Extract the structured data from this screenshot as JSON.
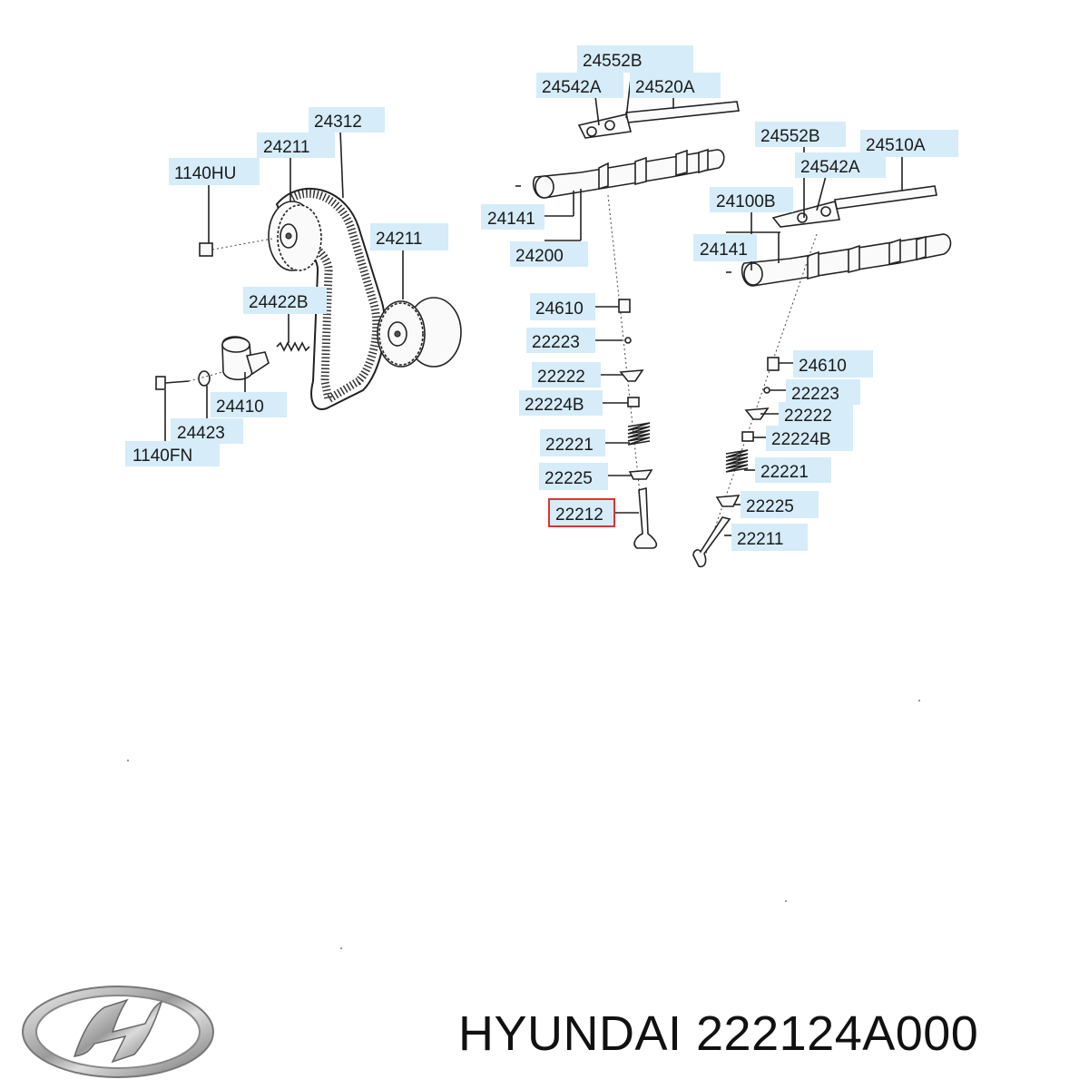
{
  "diagram": {
    "labels": {
      "l_24552B_top": "24552B",
      "l_24542A_left": "24542A",
      "l_24520A": "24520A",
      "l_24312": "24312",
      "l_24211_top": "24211",
      "l_1140HU": "1140HU",
      "l_24211_mid": "24211",
      "l_24141_left": "24141",
      "l_24200": "24200",
      "l_24552B_right": "24552B",
      "l_24510A": "24510A",
      "l_24542A_right": "24542A",
      "l_24100B": "24100B",
      "l_24141_right": "24141",
      "l_24422B": "24422B",
      "l_24610_left": "24610",
      "l_22223_left": "22223",
      "l_22222_left": "22222",
      "l_22224B_left": "22224B",
      "l_22221_left": "22221",
      "l_22225_left": "22225",
      "l_22212": "22212",
      "l_24410": "24410",
      "l_24423": "24423",
      "l_1140FN": "1140FN",
      "l_24610_right": "24610",
      "l_22223_right": "22223",
      "l_22222_right": "22222",
      "l_22224B_right": "22224B",
      "l_22221_right": "22221",
      "l_22225_right": "22225",
      "l_22211": "22211"
    },
    "highlighted_label": "22212",
    "colors": {
      "label_fill": "#d6ecf8",
      "highlight_frame": "#dd3333"
    }
  },
  "footer": {
    "logo_icon": "hyundai-logo-icon",
    "caption": "HYUNDAI 222124A000"
  }
}
